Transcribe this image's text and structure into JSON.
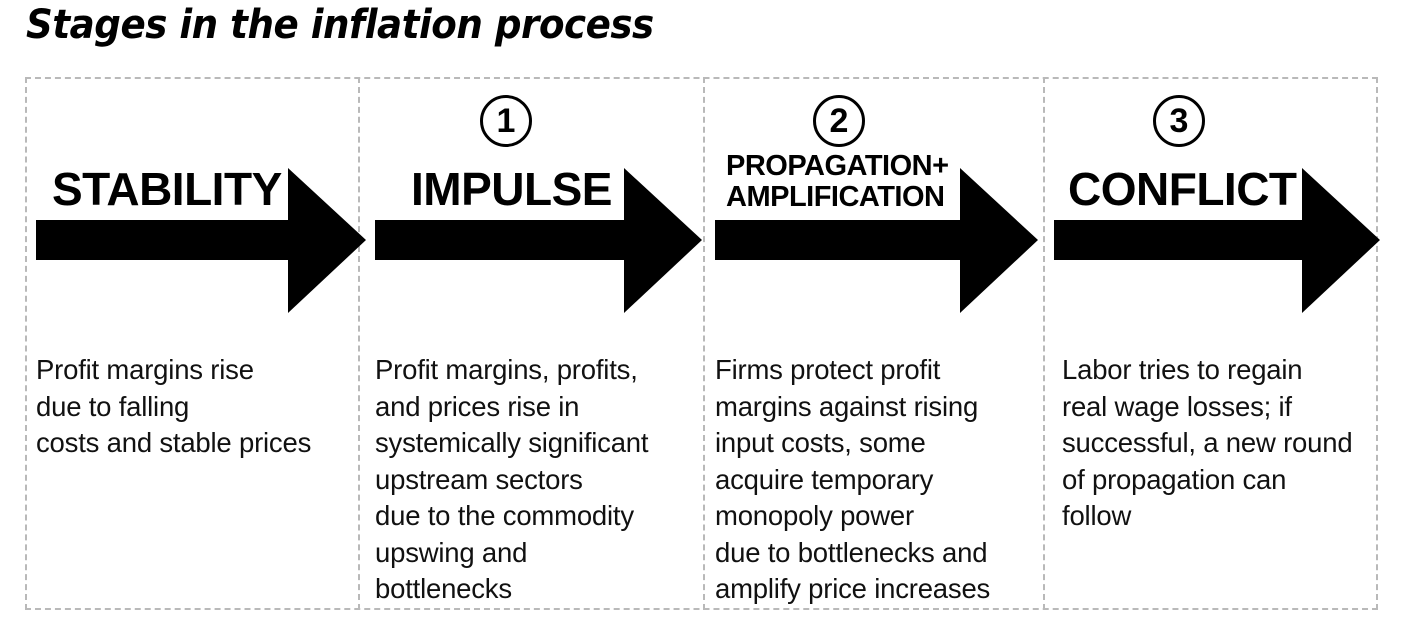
{
  "title": "Stages in the inflation process",
  "colors": {
    "frame_dash": "#b9b9b9",
    "ink": "#000000",
    "background": "#ffffff"
  },
  "stages": [
    {
      "step": "",
      "heading": "STABILITY",
      "body": "Profit margins rise\ndue to falling\ncosts and stable prices",
      "arrow": "right-arrow-icon"
    },
    {
      "step": "1",
      "heading": "IMPULSE",
      "body": "Profit margins, profits,\nand prices rise in\nsystemically significant\nupstream sectors\ndue to the commodity\nupswing and\nbottlenecks",
      "arrow": "right-arrow-icon"
    },
    {
      "step": "2",
      "heading": "PROPAGATION+\nAMPLIFICATION",
      "body": "Firms protect profit\nmargins against rising\ninput costs, some\nacquire temporary\nmonopoly power\ndue to bottlenecks and\namplify price increases",
      "arrow": "right-arrow-icon"
    },
    {
      "step": "3",
      "heading": "CONFLICT",
      "body": "Labor tries to regain\nreal wage losses; if\nsuccessful, a new round\nof propagation can\nfollow",
      "arrow": "right-arrow-icon"
    }
  ]
}
